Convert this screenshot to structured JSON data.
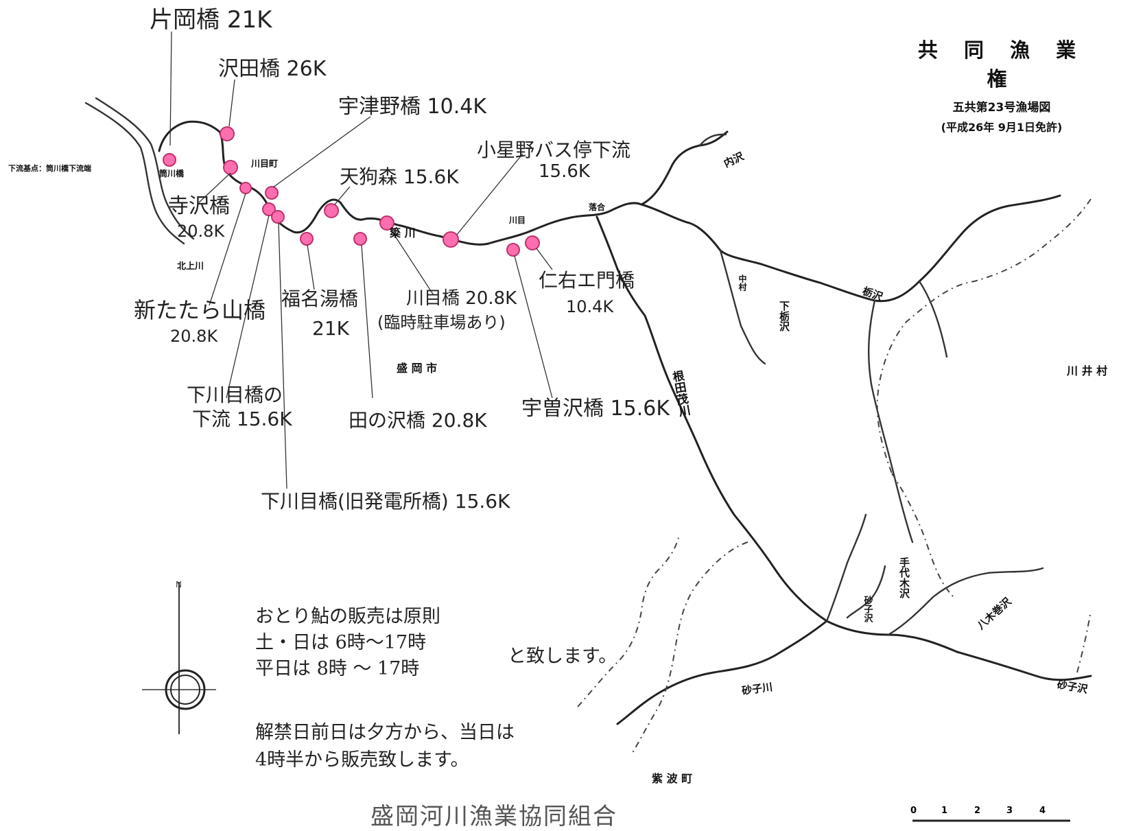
{
  "header": {
    "title": "共 同 漁 業 権",
    "subtitle": "五共第23号漁場図",
    "license": "(平成26年 9月1日免許)"
  },
  "downstream_boundary": "下流基点：筒川橋下流端",
  "place_labels": {
    "kawamemachi": "川目町",
    "kitakamigawa": "北上川",
    "kuwagawa": "簗 川",
    "kawame": "川目",
    "ochiai": "落合",
    "morioka": "盛 岡 市",
    "shiwa": "紫 波 町",
    "kawai": "川 井 村",
    "uchisawa": "内沢",
    "tochisawa": "栃沢",
    "shimotochisawa": "下栃沢",
    "nakamura": "中村",
    "nedashigegawa": "根田茂川",
    "teshirogisawa": "手代木沢",
    "sunakosawa_v": "砂子沢",
    "sunakogawa": "砂子川",
    "sunakosawa_e": "砂子沢",
    "yagimakisawa": "八木巻沢",
    "tsutsukawabashi": "筒川橋"
  },
  "bridges": [
    {
      "name": "片岡橋",
      "dist": "21K"
    },
    {
      "name": "沢田橋",
      "dist": "26K"
    },
    {
      "name": "宇津野橋",
      "dist": "10.4K"
    },
    {
      "name": "天狗森",
      "dist": "15.6K"
    },
    {
      "name": "小星野バス停下流",
      "dist": "15.6K"
    },
    {
      "name": "寺沢橋",
      "dist": "20.8K"
    },
    {
      "name": "新たたら山橋",
      "dist": "20.8K"
    },
    {
      "name": "福名湯橋",
      "dist": "21K"
    },
    {
      "name": "川目橋",
      "dist": "20.8K",
      "note": "(臨時駐車場あり)"
    },
    {
      "name": "仁右エ門橋",
      "dist": "10.4K"
    },
    {
      "name": "下川目橋の",
      "dist": "下流 15.6K"
    },
    {
      "name": "田の沢橋",
      "dist": "20.8K"
    },
    {
      "name": "宇曽沢橋",
      "dist": "15.6K"
    },
    {
      "name": "下川目橋(旧発電所橋)",
      "dist": "15.6K"
    }
  ],
  "compass": {
    "north": "N"
  },
  "notes": {
    "line1": "おとり鮎の販売は原則",
    "line2": "土・日は 6時～17時",
    "line3": "平日は 8時 ～ 17時",
    "line_suffix": "と致します。",
    "line4": "解禁日前日は夕方から、当日は",
    "line5": "4時半から販売致します。"
  },
  "scale": {
    "ticks": [
      "0",
      "1",
      "2",
      "3",
      "4"
    ]
  },
  "footer": "盛岡河川漁業協同組合",
  "colors": {
    "marker": "#ff6fb0",
    "ink": "#222222"
  }
}
